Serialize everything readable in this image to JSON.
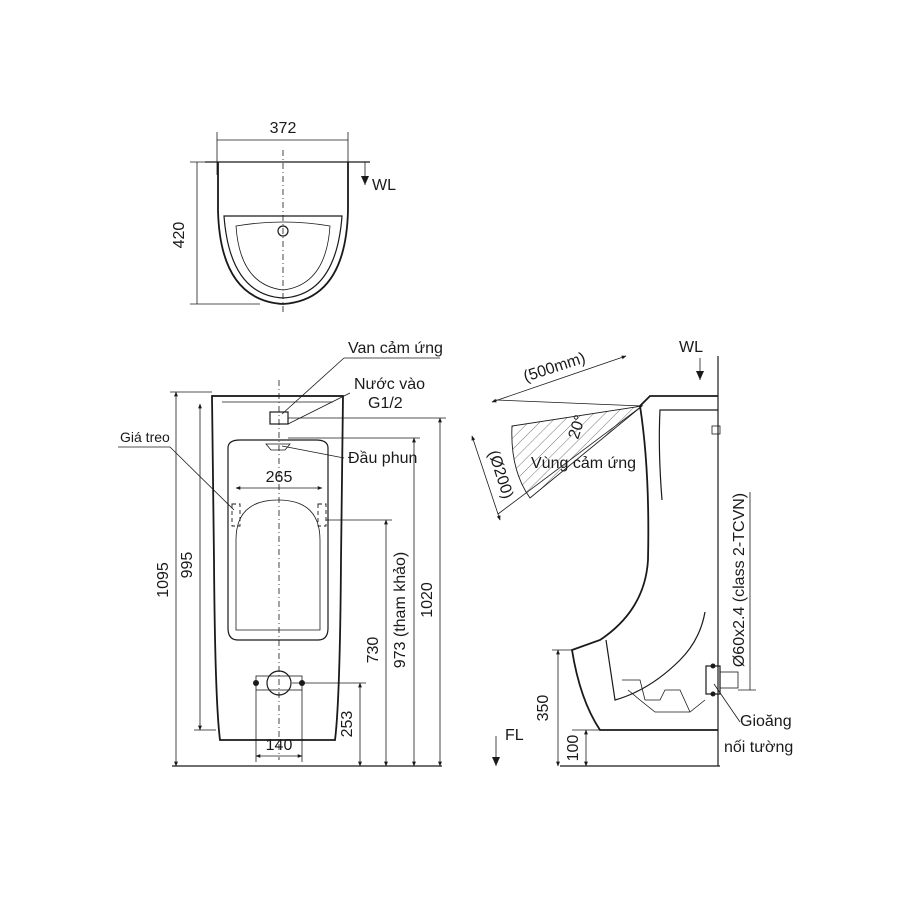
{
  "top_view": {
    "width_dim": "372",
    "depth_dim": "420",
    "wl_label": "WL"
  },
  "front_view": {
    "labels": {
      "sensor_valve": "Van cảm ứng",
      "water_inlet": "Nước vào",
      "inlet_size": "G1/2",
      "hanger": "Giá treo",
      "spray_head": "Đầu phun"
    },
    "dims": {
      "hanger_spacing": "265",
      "total_height": "1095",
      "body_height": "995",
      "inlet_height": "1020",
      "ref_height": "973 (tham khảo)",
      "hanger_height": "730",
      "outlet_height": "253",
      "outlet_width": "140"
    }
  },
  "side_view": {
    "labels": {
      "wl": "WL",
      "sensor_zone": "Vùng cảm ứng",
      "floor": "FL",
      "gasket_line1": "Gioăng",
      "gasket_line2": "nối tường"
    },
    "dims": {
      "sensor_range": "(500mm)",
      "sensor_angle": "20°",
      "sensor_diameter": "(Ø200)",
      "pipe_spec": "Ø60x2.4 (class 2-TCVN)",
      "outlet_height": "350",
      "floor_offset": "100"
    }
  }
}
